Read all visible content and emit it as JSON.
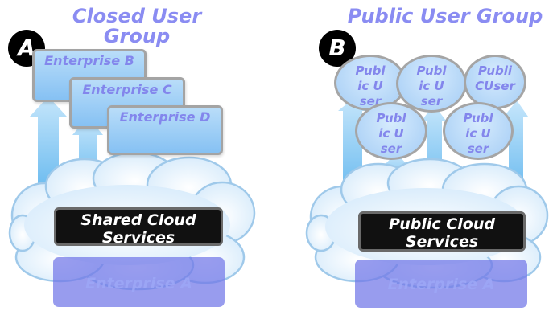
{
  "panels": [
    {
      "badge": "A",
      "group_title_lines": [
        "Closed User",
        "Group"
      ],
      "enterprises": [
        "Enterprise B",
        "Enterprise C",
        "Enterprise D"
      ],
      "shared_service_lines": [
        "Shared Cloud",
        "Services"
      ],
      "base_label": "Enterprise A"
    },
    {
      "badge": "B",
      "group_title": "Public User Group",
      "users": [
        "Public User",
        "Public User",
        "PubliCUser",
        "Public User",
        "Public User"
      ],
      "public_service_lines": [
        "Public Cloud",
        "Services"
      ],
      "base_label": "Enterprise A"
    }
  ],
  "colors": {
    "title": "#8a8cf2",
    "cloud_fill": "#e3f1fc",
    "cloud_stroke": "#9fc9ea",
    "box_fill": "#9dccf6",
    "box_border": "#a4a4a4",
    "service_fill": "#111111",
    "base_fill": "#7076e8"
  }
}
